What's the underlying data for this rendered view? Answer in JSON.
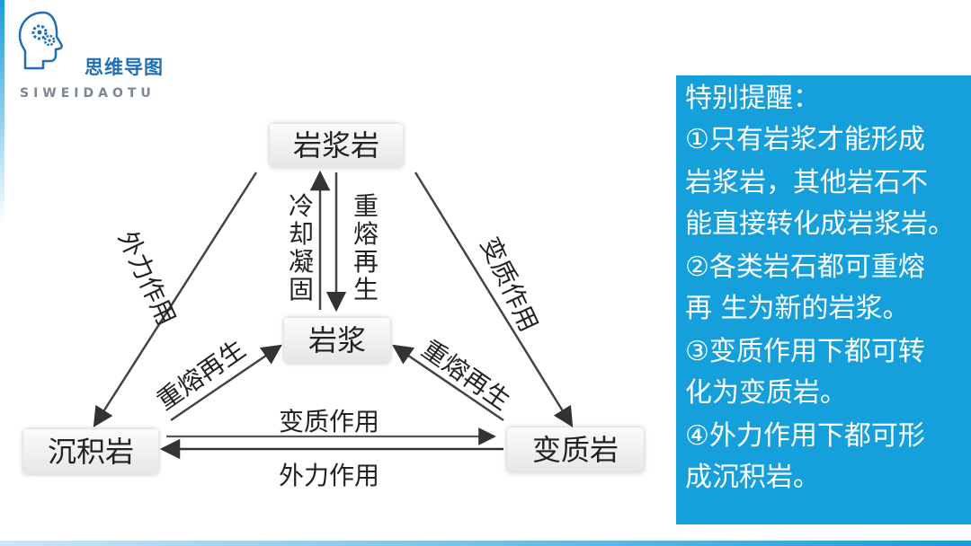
{
  "header": {
    "logo_title": "思维导图",
    "logo_subtitle": "SIWEIDAOTU",
    "logo_icon": "head-with-gears-icon",
    "accent_color": "#1a9bd7"
  },
  "diagram": {
    "nodes": {
      "magma_rock": "岩浆岩",
      "magma": "岩浆",
      "sedimentary_rock": "沉积岩",
      "metamorphic_rock": "变质岩"
    },
    "edges": {
      "cooling": "冷却凝固",
      "remelting_up": "重熔再生",
      "external_left": "外力作用",
      "metamorphism_right": "变质作用",
      "remelting_left": "重熔再生",
      "remelting_right": "重熔再生",
      "metamorphism_bottom": "变质作用",
      "external_bottom": "外力作用"
    }
  },
  "note": {
    "background": "#159fdb",
    "title": "特别提醒：",
    "lines": [
      "①只有岩浆才能形成",
      "岩浆岩，其他岩石不",
      "能直接转化成岩浆岩。",
      "②各类岩石都可重熔",
      "再  生为新的岩浆。",
      "③变质作用下都可转",
      "化为变质岩。",
      "④外力作用下都可形",
      "成沉积岩。"
    ]
  }
}
